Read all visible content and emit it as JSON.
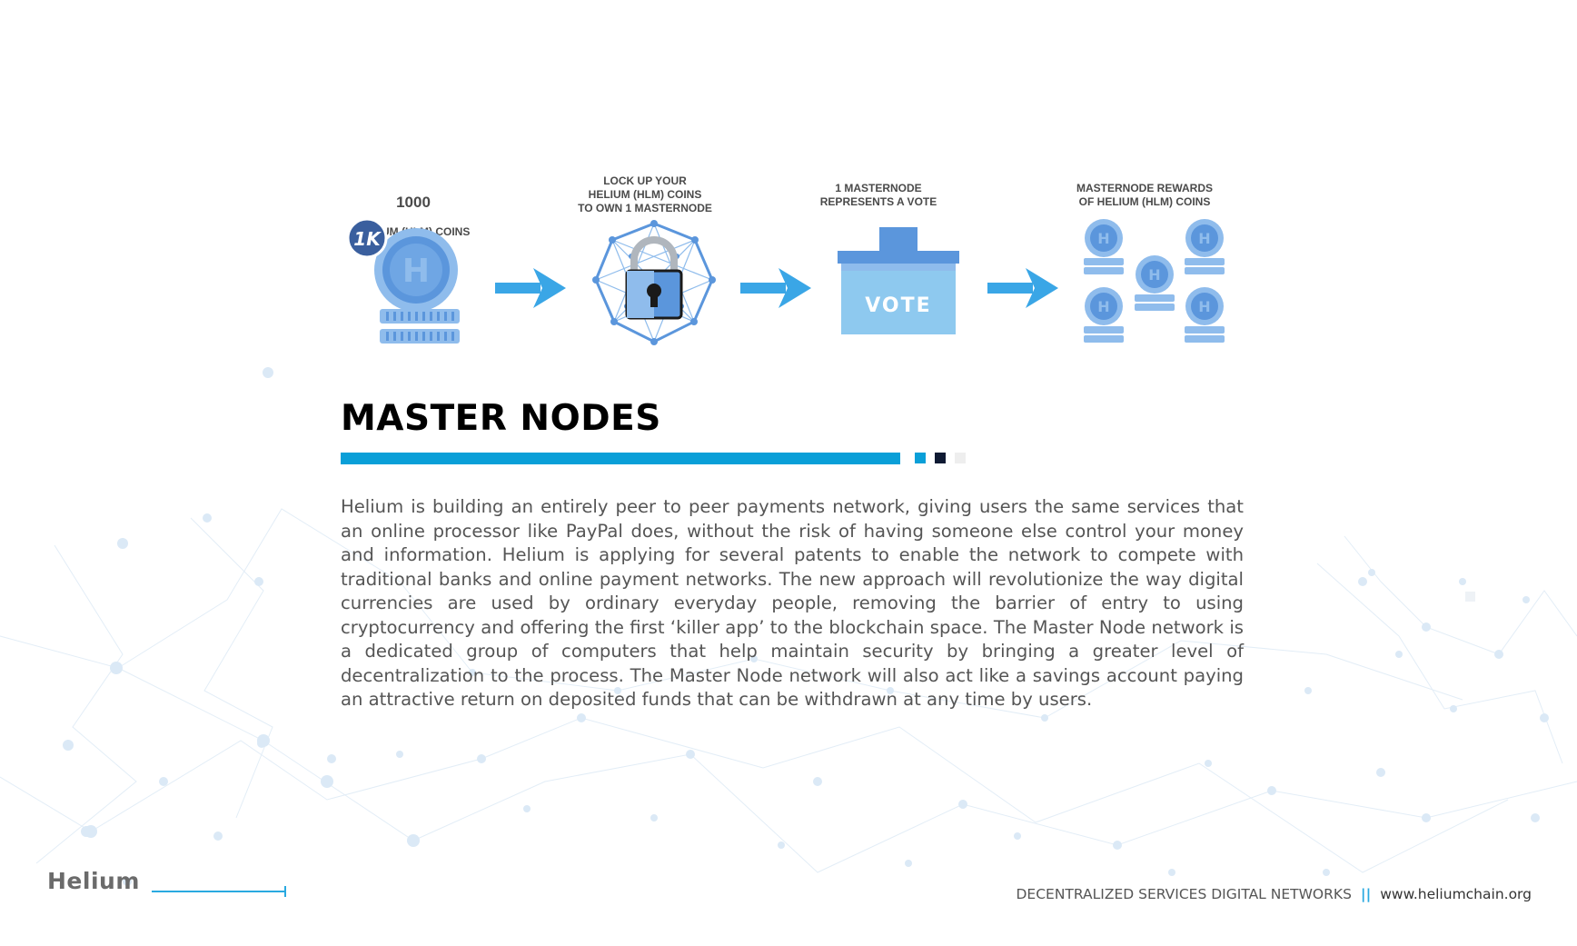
{
  "infographic": {
    "steps": [
      {
        "big": "1000",
        "label": "HELIUM (HLM) COINS",
        "badge": "1K"
      },
      {
        "label": "LOCK UP YOUR\nHELIUM (HLM) COINS\nTO OWN 1 MASTERNODE"
      },
      {
        "label": "1 MASTERNODE\nREPRESENTS A VOTE",
        "box_text": "VOTE"
      },
      {
        "label": "MASTERNODE REWARDS\nOF HELIUM (HLM) COINS"
      }
    ]
  },
  "section": {
    "title": "MASTER NODES",
    "body": "Helium is building an entirely peer to peer payments network, giving users the same services that an online processor like PayPal does, without the risk of having someone else control your money and information. Helium is applying for several patents to enable the network to compete with traditional banks and online payment networks. The new approach will revolutionize the way digital currencies are used by ordinary everyday people, removing the barrier of entry to using cryptocurrency and offering the first ‘killer app’ to the blockchain space. The Master Node network is a dedicated group of computers that help maintain security by bringing a greater level of decentralization to the process. The Master Node network will also act like a savings account paying an attractive return on deposited funds that can be withdrawn at any time by users."
  },
  "footer": {
    "logo": "Helium",
    "tagline": "DECENTRALIZED SERVICES DIGITAL NETWORKS",
    "separator": "||",
    "url": "www.heliumchain.org"
  },
  "colors": {
    "accent": "#0a9fd8",
    "dark": "#0f1a33",
    "coin": "#5b96dc",
    "coin_light": "#8fbcec",
    "arrow": "#3aa6e6",
    "vote_box": "#8ec9ef",
    "badge": "#3a5f9e"
  },
  "icons": [
    "coin-stack-icon",
    "arrow-right-icon",
    "padlock-network-icon",
    "ballot-box-icon",
    "coins-reward-icon"
  ]
}
